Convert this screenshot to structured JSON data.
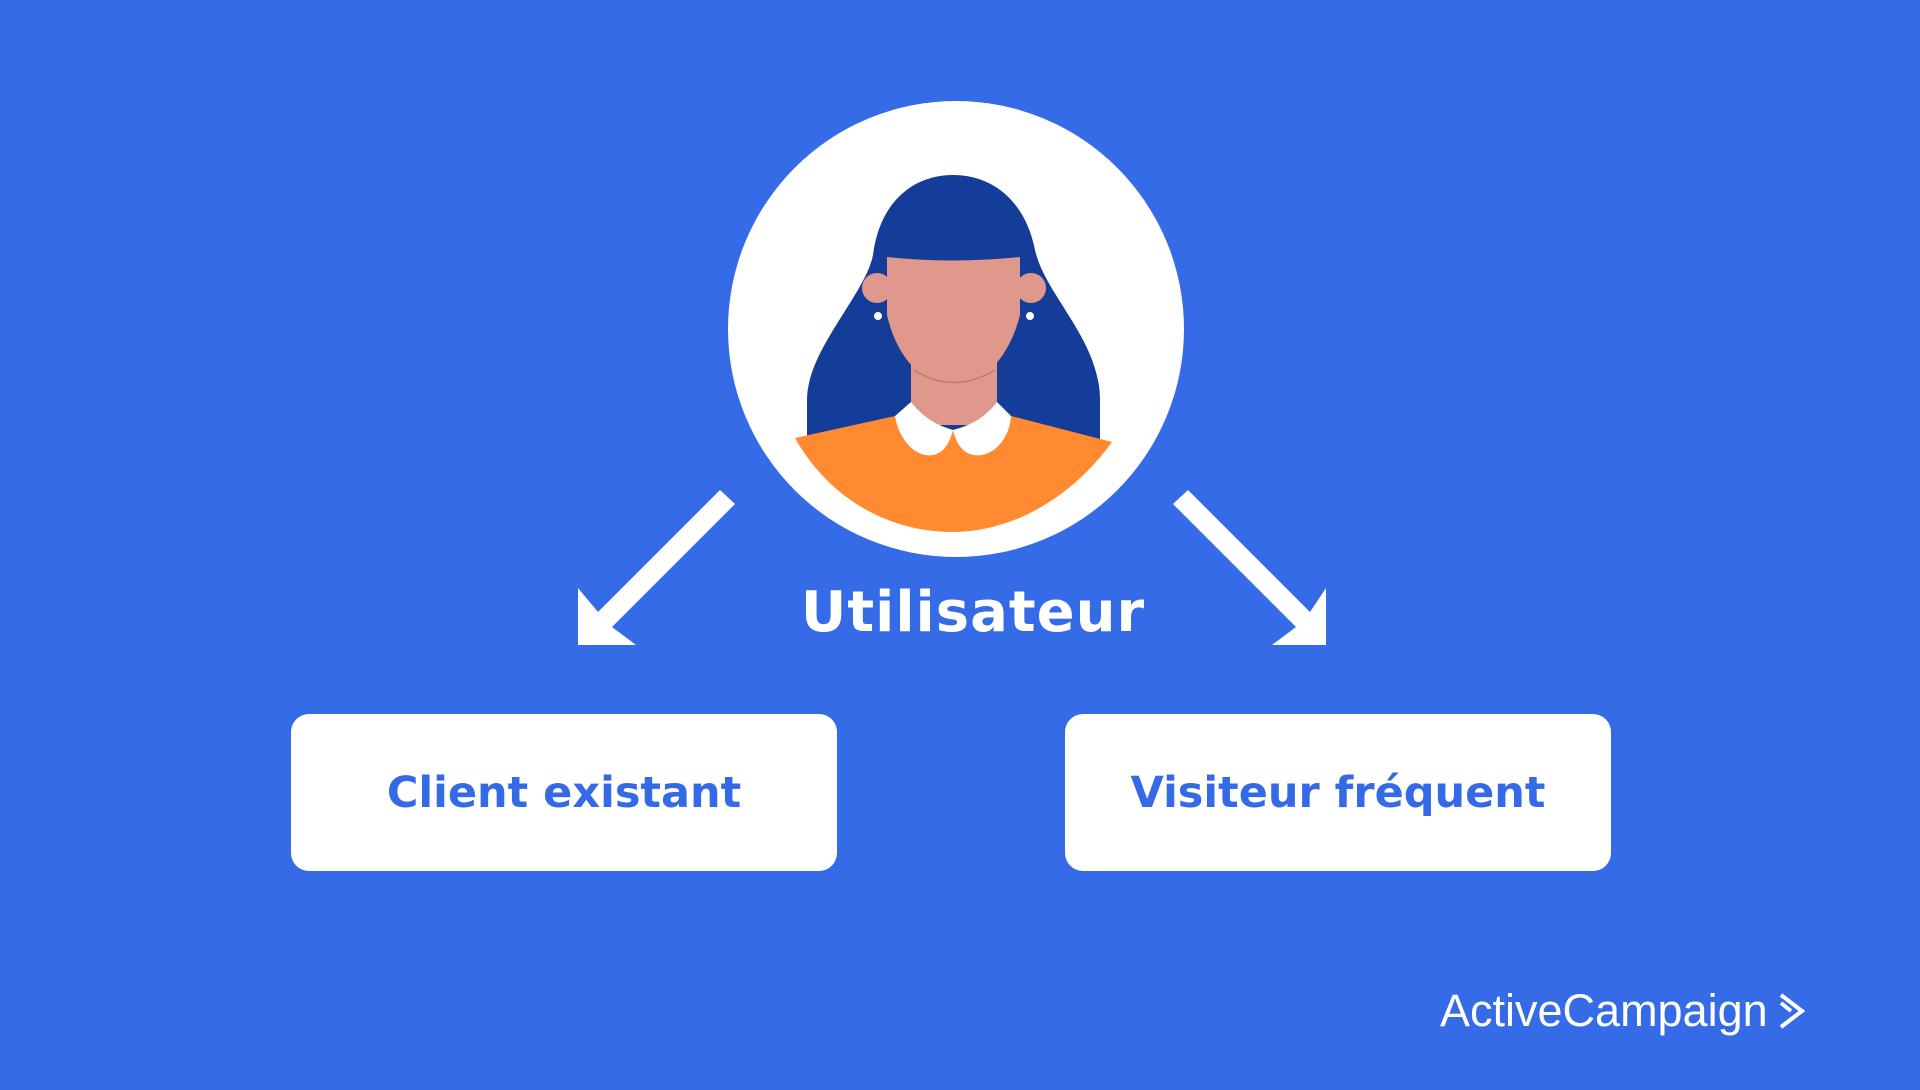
{
  "colors": {
    "background": "#356be6",
    "hair": "#143c99",
    "skin": "#e0978c",
    "shirt": "#ff8a30",
    "text_accent": "#356ae6"
  },
  "center": {
    "label": "Utilisateur",
    "icon": "user-avatar-icon"
  },
  "branches": [
    {
      "label": "Client existant"
    },
    {
      "label": "Visiteur fréquent"
    }
  ],
  "brand": {
    "name": "ActiveCampaign",
    "icon": "chevron-right-icon"
  }
}
